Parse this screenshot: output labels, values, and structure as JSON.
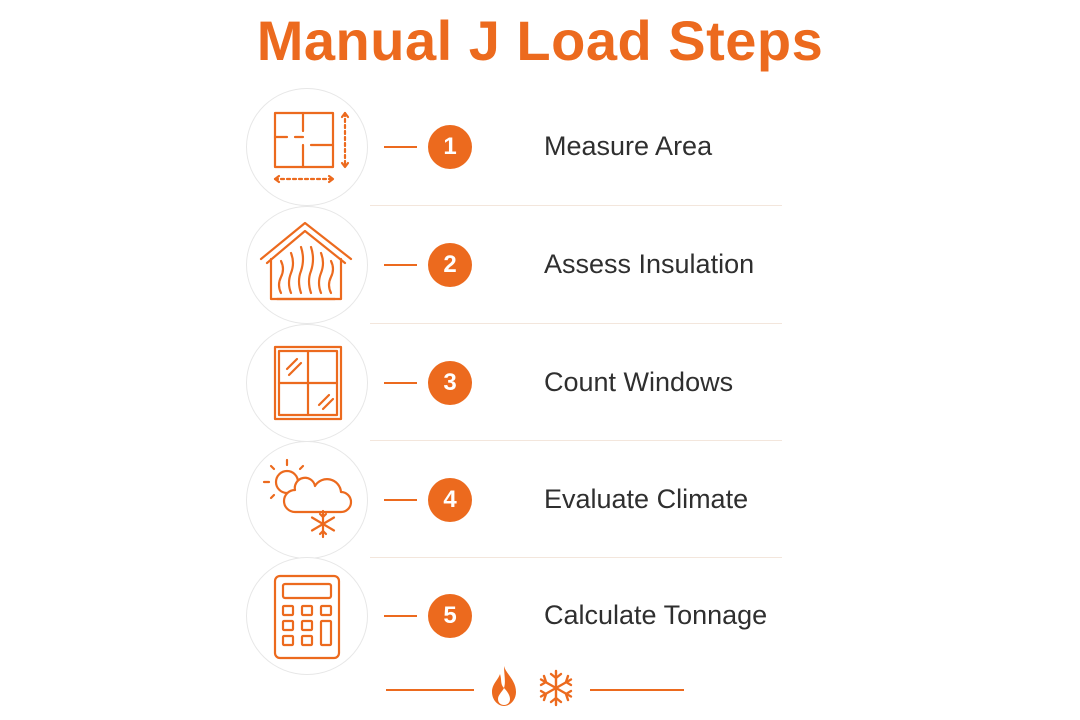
{
  "title": "Manual J Load Steps",
  "accent_color": "#ec6a1e",
  "steps": [
    {
      "number": "1",
      "label": "Measure Area",
      "icon": "floor-plan-icon"
    },
    {
      "number": "2",
      "label": "Assess Insulation",
      "icon": "insulated-house-icon"
    },
    {
      "number": "3",
      "label": "Count Windows",
      "icon": "window-icon"
    },
    {
      "number": "4",
      "label": "Evaluate Climate",
      "icon": "sun-cloud-snow-icon"
    },
    {
      "number": "5",
      "label": "Calculate Tonnage",
      "icon": "calculator-icon"
    }
  ],
  "footer": {
    "icons": [
      "flame-icon",
      "snowflake-icon"
    ]
  }
}
